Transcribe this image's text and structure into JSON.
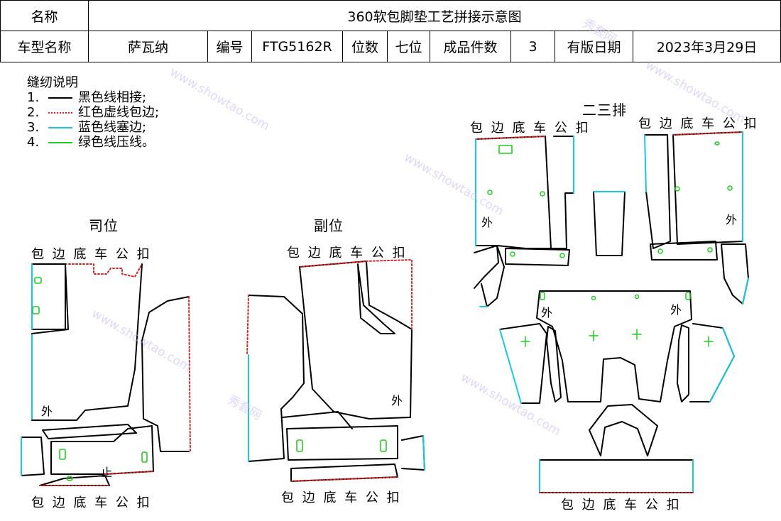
{
  "header": {
    "name_label": "名称",
    "title": "360软包脚垫工艺拼接示意图",
    "model_label": "车型名称",
    "model_value": "萨瓦纳",
    "code_label": "编号",
    "code_value": "FTG5162R",
    "seats_label": "位数",
    "seats_value": "七位",
    "pieces_label": "成品件数",
    "pieces_value": "3",
    "date_label": "有版日期",
    "date_value": "2023年3月29日"
  },
  "legend": {
    "title": "缝纫说明",
    "items": [
      {
        "num": "1.",
        "text": "黑色线相接;",
        "color": "#000000",
        "style": "solid"
      },
      {
        "num": "2.",
        "text": "红色虚线包边;",
        "color": "#e02020",
        "style": "dotted"
      },
      {
        "num": "3.",
        "text": "蓝色线塞边;",
        "color": "#18c8e0",
        "style": "solid"
      },
      {
        "num": "4.",
        "text": "绿色线压线。",
        "color": "#22cc22",
        "style": "solid"
      }
    ]
  },
  "sections": {
    "driver": "司位",
    "passenger": "副位",
    "rear": "二三排"
  },
  "labels": {
    "edge_buckle": "包 边 底 车 公 扣",
    "outside": "外",
    "stop": "止"
  },
  "watermark": {
    "brand": "秀套网",
    "url": "www.showtao.com"
  },
  "colors": {
    "black": "#000000",
    "red": "#e02020",
    "blue": "#18c8e0",
    "green": "#22cc22"
  }
}
